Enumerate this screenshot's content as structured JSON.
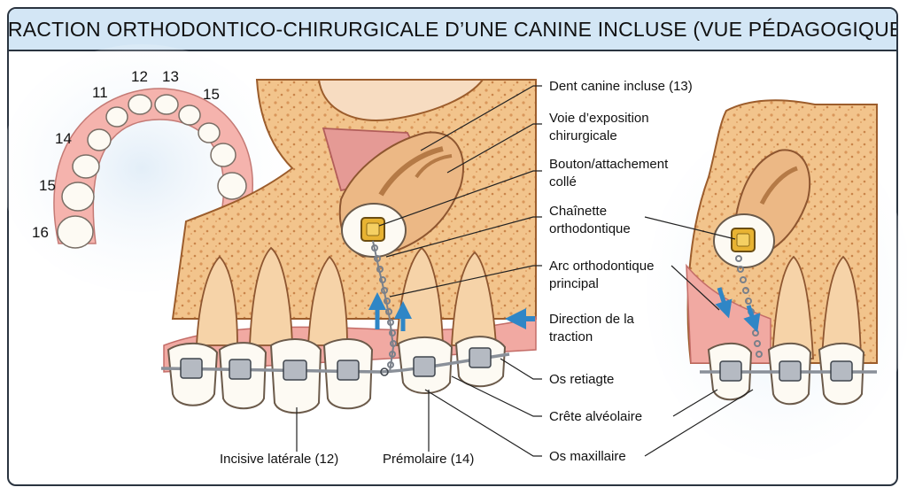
{
  "title": "TRACTION ORTHODONTICO-CHIRURGICALE D’UNE CANINE INCLUSE (VUE PÉDAGOGIQUE)",
  "tooth_numbers": [
    "11",
    "12",
    "13",
    "15",
    "14",
    "15",
    "16"
  ],
  "labels": {
    "canine": "Dent canine incluse (13)",
    "voie_1": "Voie d’exposition",
    "voie_2": "chirurgicale",
    "bouton_1": "Bouton/attachement",
    "bouton_2": "collé",
    "chainette_1": "Chaînette",
    "chainette_2": "orthodontique",
    "arc_1": "Arc orthodontique",
    "arc_2": "principal",
    "direction_1": "Direction de la",
    "direction_2": "traction",
    "os_retiagte": "Os retiagte",
    "crete": "Crête alvéolaire",
    "os_maxillaire": "Os maxillaire",
    "incisive": "Incisive latérale (12)",
    "premolaire": "Prémolaire (14)"
  },
  "colors": {
    "bone": "#f2c48c",
    "bone_dark": "#d9965a",
    "gum": "#f1a9a2",
    "tooth": "#fbf7ee",
    "canine": "#f0c79b",
    "arrow": "#2f86c6",
    "wire": "#8a9099"
  }
}
